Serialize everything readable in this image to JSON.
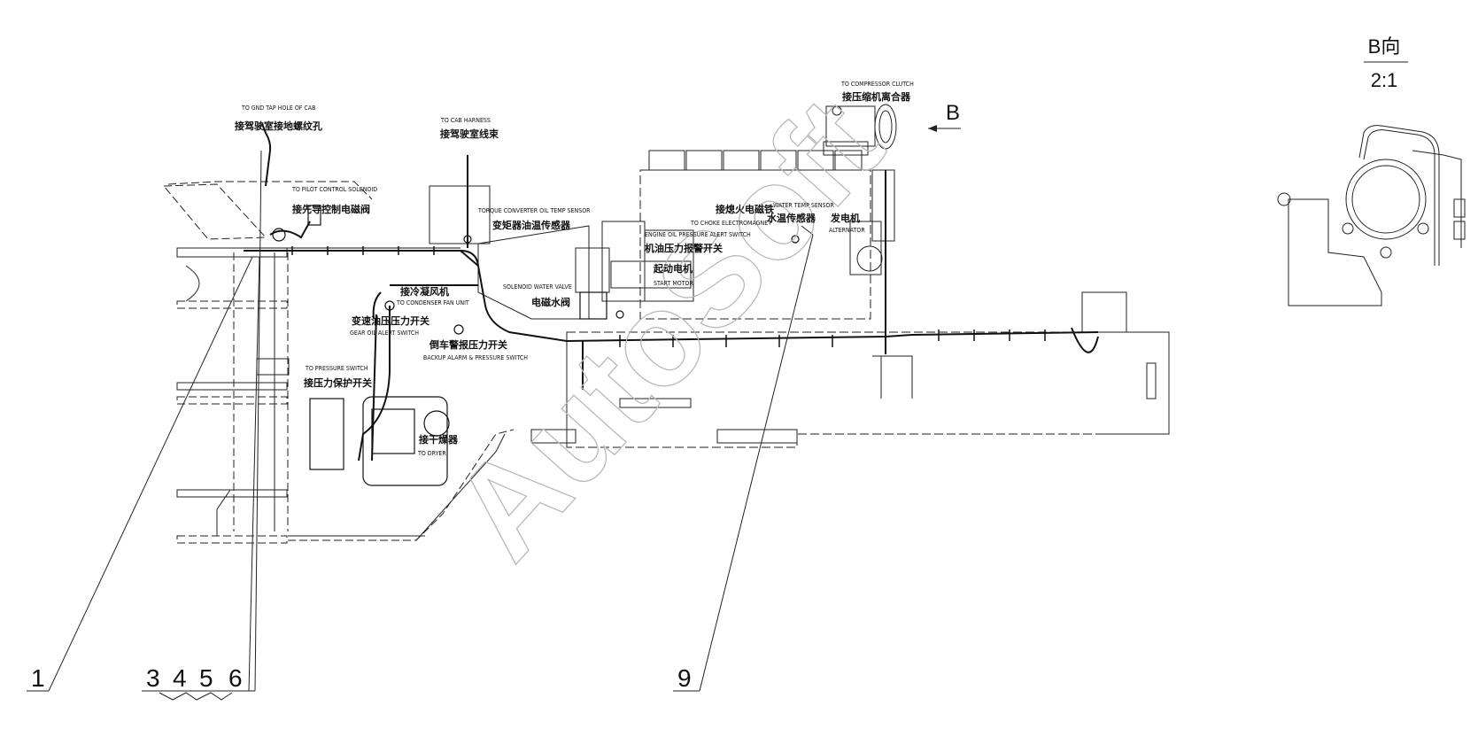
{
  "view": {
    "title": "B向",
    "scale": "2:1",
    "arrow_label": "B"
  },
  "watermark": "AutoSoft",
  "labels": {
    "gnd_en": "TO GND TAP HOLE OF CAB",
    "gnd_zh": "接驾驶室接地螺纹孔",
    "pilot_en": "TO PILOT CONTROL SOLENOID",
    "pilot_zh": "接先导控制电磁阀",
    "cab_en": "TO CAB HARNESS",
    "cab_zh": "接驾驶室线束",
    "tc_en": "TORQUE CONVERTER OIL TEMP SENSOR",
    "tc_zh": "变矩器油温传感器",
    "condenser_zh": "接冷凝风机",
    "condenser_en": "TO CONDENSER FAN UNIT",
    "gear_zh": "变速油压压力开关",
    "gear_en": "GEAR OIL ALERT SWITCH",
    "solenoid_en": "SOLENOID WATER VALVE",
    "solenoid_zh": "电磁水阀",
    "backup_zh": "倒车警报压力开关",
    "backup_en": "BACKUP ALARM & PRESSURE SWITCH",
    "pressure_en": "TO PRESSURE SWITCH",
    "pressure_zh": "接压力保护开关",
    "dryer_zh": "接干燥器",
    "dryer_en": "TO DRYER",
    "engine_oil_en": "ENGINE OIL PRESSURE ALERT SWITCH",
    "engine_oil_zh": "机油压力报警开关",
    "start_zh": "起动电机",
    "start_en": "START MOTOR",
    "choke_zh": "接熄火电磁铁",
    "choke_en": "TO CHOKE ELECTROMAGNET",
    "water_en": "WATER TEMP SENSOR",
    "water_zh": "水温传感器",
    "alt_zh": "发电机",
    "alt_en": "ALTERNATOR",
    "comp_en": "TO COMPRESSOR CLUTCH",
    "comp_zh": "接压缩机离合器"
  },
  "callouts": {
    "c1": "1",
    "c3": "3",
    "c4": "4",
    "c5": "5",
    "c6": "6",
    "c9": "9"
  }
}
